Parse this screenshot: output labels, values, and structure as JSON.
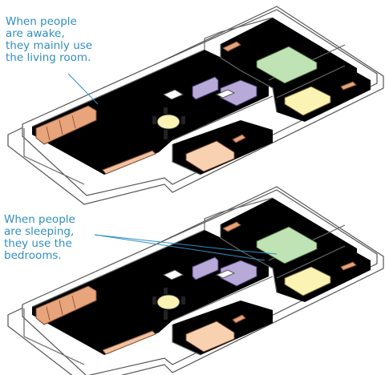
{
  "captions": {
    "awake": [
      "When people",
      "are awake,",
      "they mainly use",
      "the living room."
    ],
    "sleeping": [
      "When people",
      "are sleeping,",
      "they use the",
      "bedrooms."
    ]
  },
  "colors": {
    "highlight_blue": "#a9d3ee",
    "caption_text": "#2f8fc3",
    "wall": "#ffffff",
    "outline": "#555555",
    "bed_green": "#bfe3b4",
    "bed_yellow": "#fbf3b4",
    "bed_peach": "#f7d1b0",
    "sofa_purple": "#b7a9d8",
    "wood": "#e8a47a"
  },
  "panels": [
    {
      "name": "awake-floor-plan",
      "highlighted_rooms": [
        "living-room"
      ]
    },
    {
      "name": "sleeping-floor-plan",
      "highlighted_rooms": [
        "bedroom-1",
        "bedroom-2",
        "bedroom-3"
      ]
    }
  ]
}
